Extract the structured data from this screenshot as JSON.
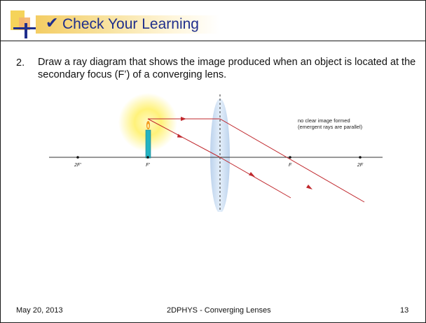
{
  "slide": {
    "title": "Check Your Learning",
    "title_check_glyph": "✔",
    "question_number": "2.",
    "question_text": "Draw a ray diagram that shows the image produced when an object is located at the secondary focus (F’) of a converging lens."
  },
  "diagram": {
    "labels": {
      "two_f_prime": "2F’",
      "f_prime": "F’",
      "f": "F",
      "two_f": "2F"
    },
    "note_line1": "no clear image formed",
    "note_line2": "(emergent rays are parallel)",
    "colors": {
      "ray": "#c0282d",
      "axis": "#333333",
      "lens": "#c6daf0",
      "glow": "#fff27a",
      "candle": "#23b3c2"
    }
  },
  "footer": {
    "date": "May 20, 2013",
    "center": "2DPHYS - Converging Lenses",
    "page": "13"
  },
  "colors": {
    "title_text": "#1f2f8c",
    "title_bar_start": "#f4cd64"
  }
}
